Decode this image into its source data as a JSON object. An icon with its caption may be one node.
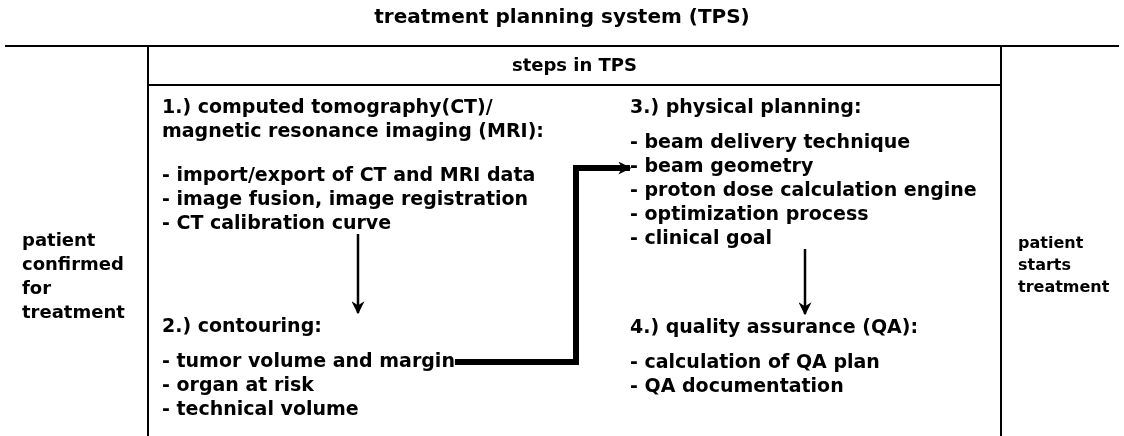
{
  "diagram": {
    "title": "treatment planning system (TPS)",
    "nodes": [
      {
        "text": [
          "steps in TPS"
        ]
      },
      {
        "text": [
          "1.) computed tomography(CT)/ magnetic resonance imaging (MRI):",
          "- import/export of CT and MRI data",
          "- image fusion, image registration",
          "- CT calibration curve"
        ],
        "in": 0
      },
      {
        "text": [
          "2.) contouring:",
          "- tumor volume and margin",
          "- organ at risk",
          "- technical volume"
        ],
        "in": 0
      },
      {
        "text": [
          "3.) physical planning:",
          "- beam delivery technique",
          "- beam geometry",
          "- proton dose calculation engine",
          "- optimization process",
          "- clinical goal"
        ],
        "in": 0
      },
      {
        "text": [
          "4.) quality assurance (QA):",
          "- calculation of QA plan",
          "- QA documentation"
        ],
        "in": 0
      }
    ],
    "edges": [
      {
        "from": 1,
        "to": 2,
        "arrow": "to"
      },
      {
        "from": 2,
        "to": 3,
        "arrow": "to",
        "style": "thick"
      },
      {
        "from": 3,
        "to": 4,
        "arrow": "to"
      }
    ],
    "labels": [
      "patient confirmed for treatment",
      "patient starts treatment"
    ]
  }
}
